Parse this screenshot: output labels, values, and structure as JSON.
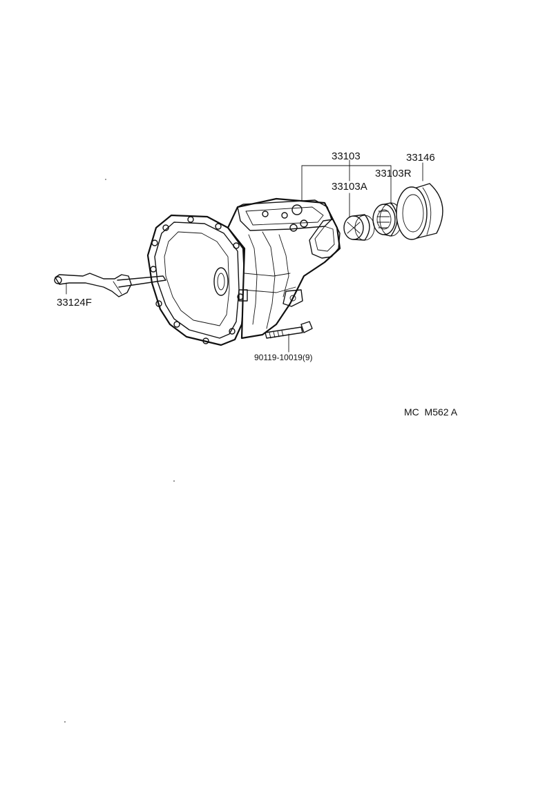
{
  "diagram": {
    "labels": {
      "transmission_case_assembly": "33103",
      "case_sub_part_a": "33103A",
      "case_sub_part_r": "33103R",
      "extension_ring": "33146",
      "shift_lever": "33124F",
      "bolt": "90119-10019(9)",
      "figure_code": "MC  M562 A"
    }
  }
}
